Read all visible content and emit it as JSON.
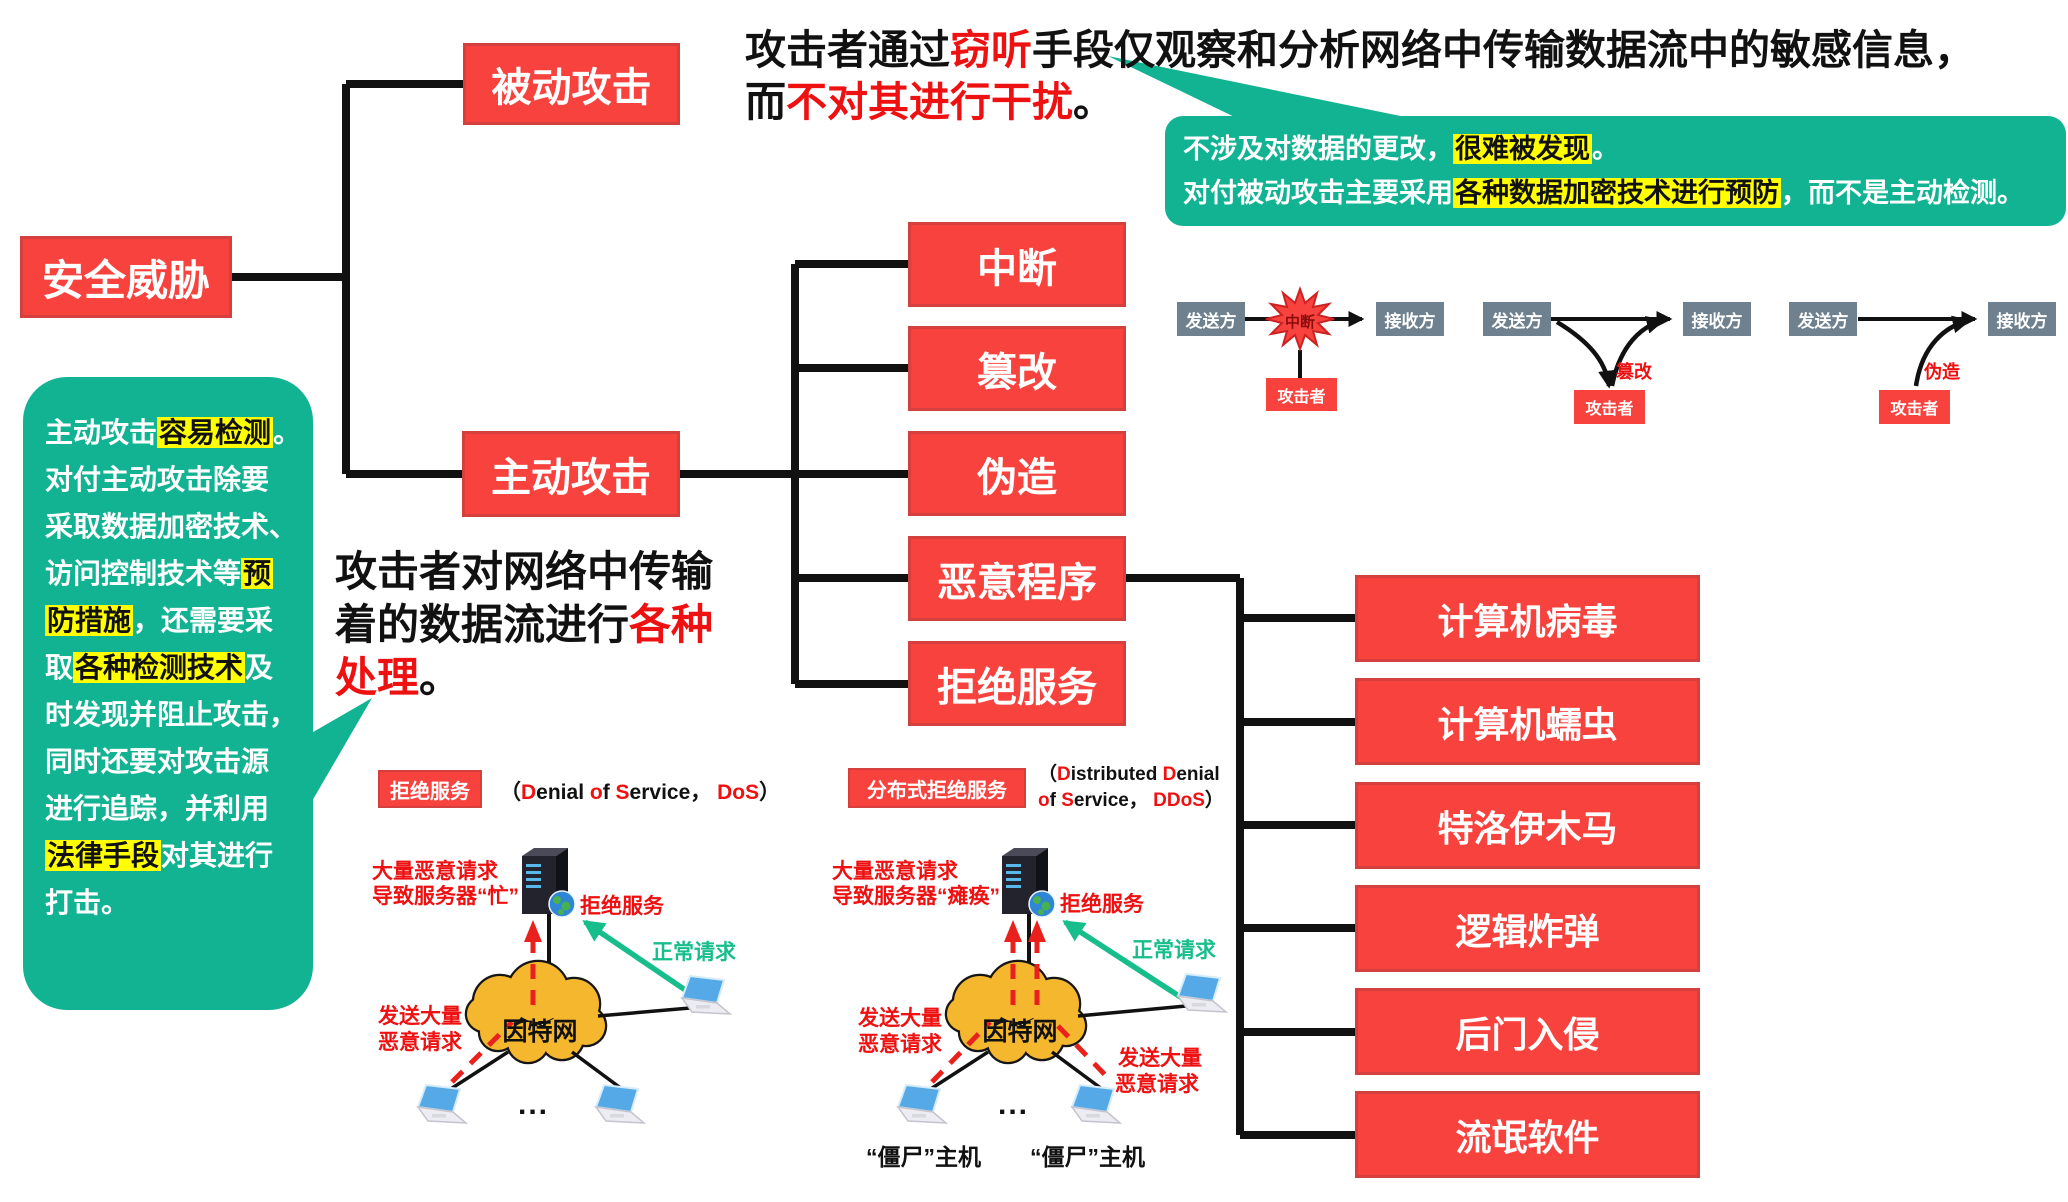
{
  "colors": {
    "node_red": "#F8423E",
    "node_border": "#D4403D",
    "gray_box": "#6F808E",
    "bubble_green": "#12B392",
    "highlight_yellow": "#FFFF00",
    "accent_red": "#ED1111",
    "link_green": "#17BE8B",
    "cloud_yellow": "#F5B72E"
  },
  "tree": {
    "root": "安全威胁",
    "passive": "被动攻击",
    "active": "主动攻击",
    "attacks": [
      "中断",
      "篡改",
      "伪造",
      "恶意程序",
      "拒绝服务"
    ],
    "malware": [
      "计算机病毒",
      "计算机蠕虫",
      "特洛伊木马",
      "逻辑炸弹",
      "后门入侵",
      "流氓软件"
    ]
  },
  "top_note": {
    "l1_pre": "攻击者通过",
    "l1_em": "窃听",
    "l1_post": "手段仅观察和分析网络中传输数据流中的敏感信息，",
    "l2_pre": "而",
    "l2_em": "不对其进行干扰",
    "l2_post": "。"
  },
  "passive_bubble": {
    "lines": [
      {
        "pre": "不涉及对数据的更改，",
        "hl": "很难被发现",
        "post": "。"
      },
      {
        "pre": "对付被动攻击主要采用",
        "hl": "各种数据加密技术进行预防",
        "post": "，而不是主动检测。"
      }
    ]
  },
  "active_bubble": {
    "lines": [
      {
        "pre": "主动攻击",
        "hl": "容易检测",
        "post": "。"
      },
      {
        "pre": "对付主动攻击除要"
      },
      {
        "pre": "采取数据加密技术、"
      },
      {
        "pre": "访问控制技术等",
        "hl": "预"
      },
      {
        "hl": "防措施",
        "post": "，还需要采"
      },
      {
        "pre": "取",
        "hl": "各种检测技术",
        "post": "及"
      },
      {
        "pre": "时发现并阻止攻击，"
      },
      {
        "pre": "同时还要对攻击源"
      },
      {
        "pre": "进行追踪，并利用"
      },
      {
        "hl": "法律手段",
        "post": "对其进行"
      },
      {
        "pre": "打击。"
      }
    ]
  },
  "active_note": {
    "l1": "攻击者对网络中传输",
    "l2_pre": "着的数据流进行",
    "l2_em": "各种",
    "l3_em": "处理",
    "l3_post": "。"
  },
  "flows": {
    "sender": "发送方",
    "receiver": "接收方",
    "attacker": "攻击者",
    "interrupt": "中断",
    "tamper": "篡改",
    "forge": "伪造"
  },
  "dos": {
    "title": "拒绝服务",
    "caption": [
      "（",
      "D",
      "enial ",
      "o",
      "f ",
      "S",
      "ervice， ",
      "DoS",
      "）"
    ],
    "overload1": "大量恶意请求",
    "overload2": "导致服务器“忙”",
    "deny": "拒绝服务",
    "normal": "正常请求",
    "internet": "因特网",
    "send1": "发送大量",
    "send2": "恶意请求",
    "dots": "..."
  },
  "ddos": {
    "title": "分布式拒绝服务",
    "caption1": [
      "（",
      "D",
      "istributed ",
      "D",
      "enial"
    ],
    "caption2": [
      "o",
      "f ",
      "S",
      "ervice， ",
      "DDoS",
      "）"
    ],
    "overload1": "大量恶意请求",
    "overload2": "导致服务器“瘫痪”",
    "deny": "拒绝服务",
    "normal": "正常请求",
    "internet": "因特网",
    "send_left1": "发送大量",
    "send_left2": "恶意请求",
    "send_right1": "发送大量",
    "send_right2": "恶意请求",
    "zombie1": "“僵尸”主机",
    "zombie2": "“僵尸”主机",
    "dots": "..."
  }
}
